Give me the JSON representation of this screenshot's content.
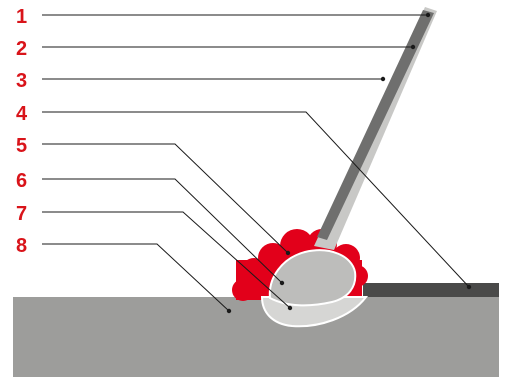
{
  "labels": [
    {
      "number": "1",
      "target": "electrode-tip"
    },
    {
      "number": "2",
      "target": "electrode-core"
    },
    {
      "number": "3",
      "target": "electrode-coating"
    },
    {
      "number": "4",
      "target": "slag-layer"
    },
    {
      "number": "5",
      "target": "shielding-gas"
    },
    {
      "number": "6",
      "target": "arc"
    },
    {
      "number": "7",
      "target": "weld-pool"
    },
    {
      "number": "8",
      "target": "base-metal"
    }
  ],
  "colors": {
    "label": "#d9141a",
    "leader": "#1a1a1a",
    "base_metal": "#9d9d9b",
    "slag": "#4a4a49",
    "electrode_core": "#6f6f6e",
    "electrode_coating": "#c8c8c6",
    "gas": "#e2001a",
    "arc": "#bdbdbb",
    "weld_pool": "#d6d6d4",
    "outline": "#ffffff"
  }
}
